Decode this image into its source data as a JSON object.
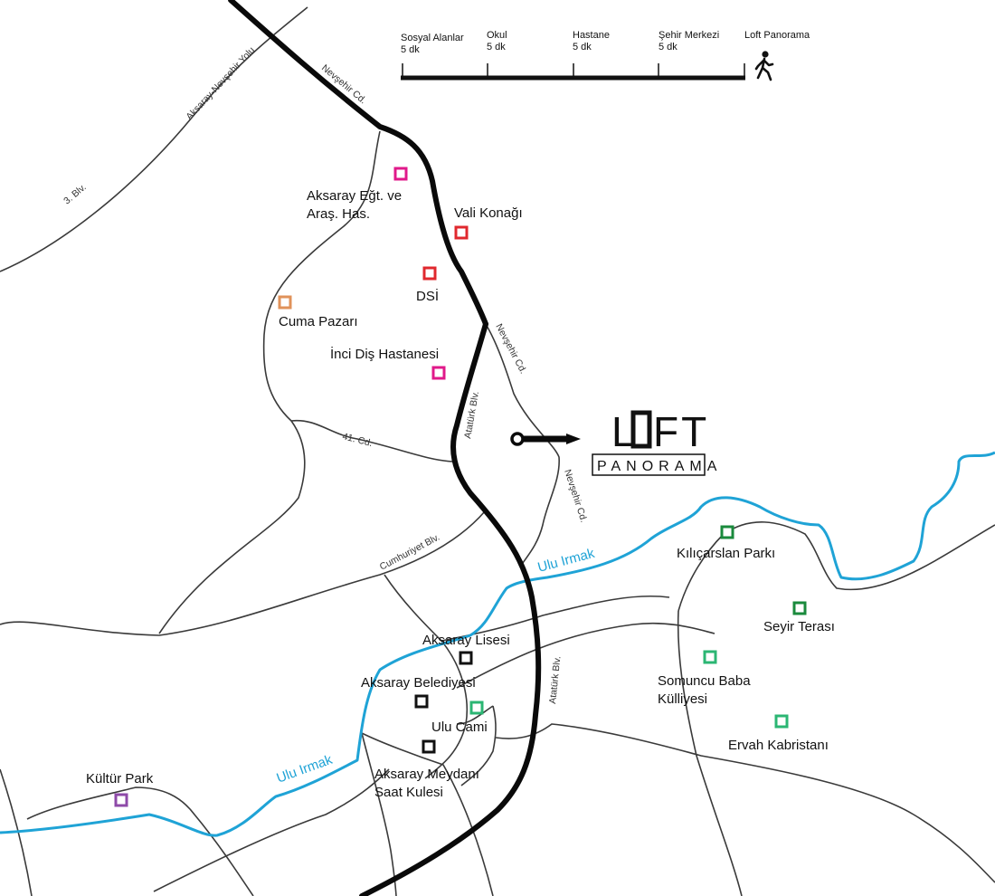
{
  "scale_bar": {
    "stops": [
      {
        "name": "Sosyal Alanlar",
        "time": "5 dk"
      },
      {
        "name": "Okul",
        "time": "5 dk"
      },
      {
        "name": "Hastane",
        "time": "5 dk"
      },
      {
        "name": "Şehir Merkezi",
        "time": "5 dk"
      },
      {
        "name": "Loft Panorama",
        "time": ""
      }
    ],
    "walk_icon": "pedestrian-icon"
  },
  "brand": {
    "line1_a": "L",
    "line1_b": "FT",
    "line2": "PANORAMA"
  },
  "roads": {
    "nevsehir_cd_top": "Nevşehir Cd.",
    "nevsehir_cd_mid": "Nevşehir Cd.",
    "nevsehir_cd_low": "Nevşehir Cd.",
    "aksaray_nevsehir_yolu": "Aksaray-Nevşehir Yolu",
    "blv3": "3. Blv.",
    "cd41": "41. Cd.",
    "ataturk_blv_north": "Atatürk Blv.",
    "ataturk_blv_south": "Atatürk Blv.",
    "cumhuriyet_blv": "Cumhuriyet Blv."
  },
  "rivers": {
    "upper": "Ulu Irmak",
    "lower": "Ulu Irmak"
  },
  "colors": {
    "health": "#e0198a",
    "government": "#e0282e",
    "market": "#e0925a",
    "central": "#111111",
    "religious": "#2bb673",
    "park": "#1a8a3c",
    "culture": "#8e4aa8",
    "river": "#1fa3d6"
  },
  "pois": [
    {
      "id": "aksaray-egt",
      "line1": "Aksaray Eğt. ve",
      "line2": "Araş. Has.",
      "category": "health"
    },
    {
      "id": "vali-konagi",
      "line1": "Vali Konağı",
      "line2": "",
      "category": "government"
    },
    {
      "id": "dsi",
      "line1": "DSİ",
      "line2": "",
      "category": "government"
    },
    {
      "id": "cuma-pazari",
      "line1": "Cuma Pazarı",
      "line2": "",
      "category": "market"
    },
    {
      "id": "inci-dis",
      "line1": "İnci Diş Hastanesi",
      "line2": "",
      "category": "health"
    },
    {
      "id": "kilicarslan",
      "line1": "Kılıçarslan Parkı",
      "line2": "",
      "category": "park"
    },
    {
      "id": "seyir-terasi",
      "line1": "Seyir Terası",
      "line2": "",
      "category": "park"
    },
    {
      "id": "somuncu-baba",
      "line1": "Somuncu Baba",
      "line2": "Külliyesi",
      "category": "religious"
    },
    {
      "id": "ervah",
      "line1": "Ervah Kabristanı",
      "line2": "",
      "category": "religious"
    },
    {
      "id": "aksaray-lisesi",
      "line1": "Aksaray Lisesi",
      "line2": "",
      "category": "central"
    },
    {
      "id": "belediye",
      "line1": "Aksaray Belediyesi",
      "line2": "",
      "category": "central"
    },
    {
      "id": "ulu-cami",
      "line1": "Ulu Cami",
      "line2": "",
      "category": "religious"
    },
    {
      "id": "meydan",
      "line1": "Aksaray Meydanı",
      "line2": "Saat Kulesi",
      "category": "central"
    },
    {
      "id": "kultur-park",
      "line1": "Kültür Park",
      "line2": "",
      "category": "culture"
    }
  ]
}
